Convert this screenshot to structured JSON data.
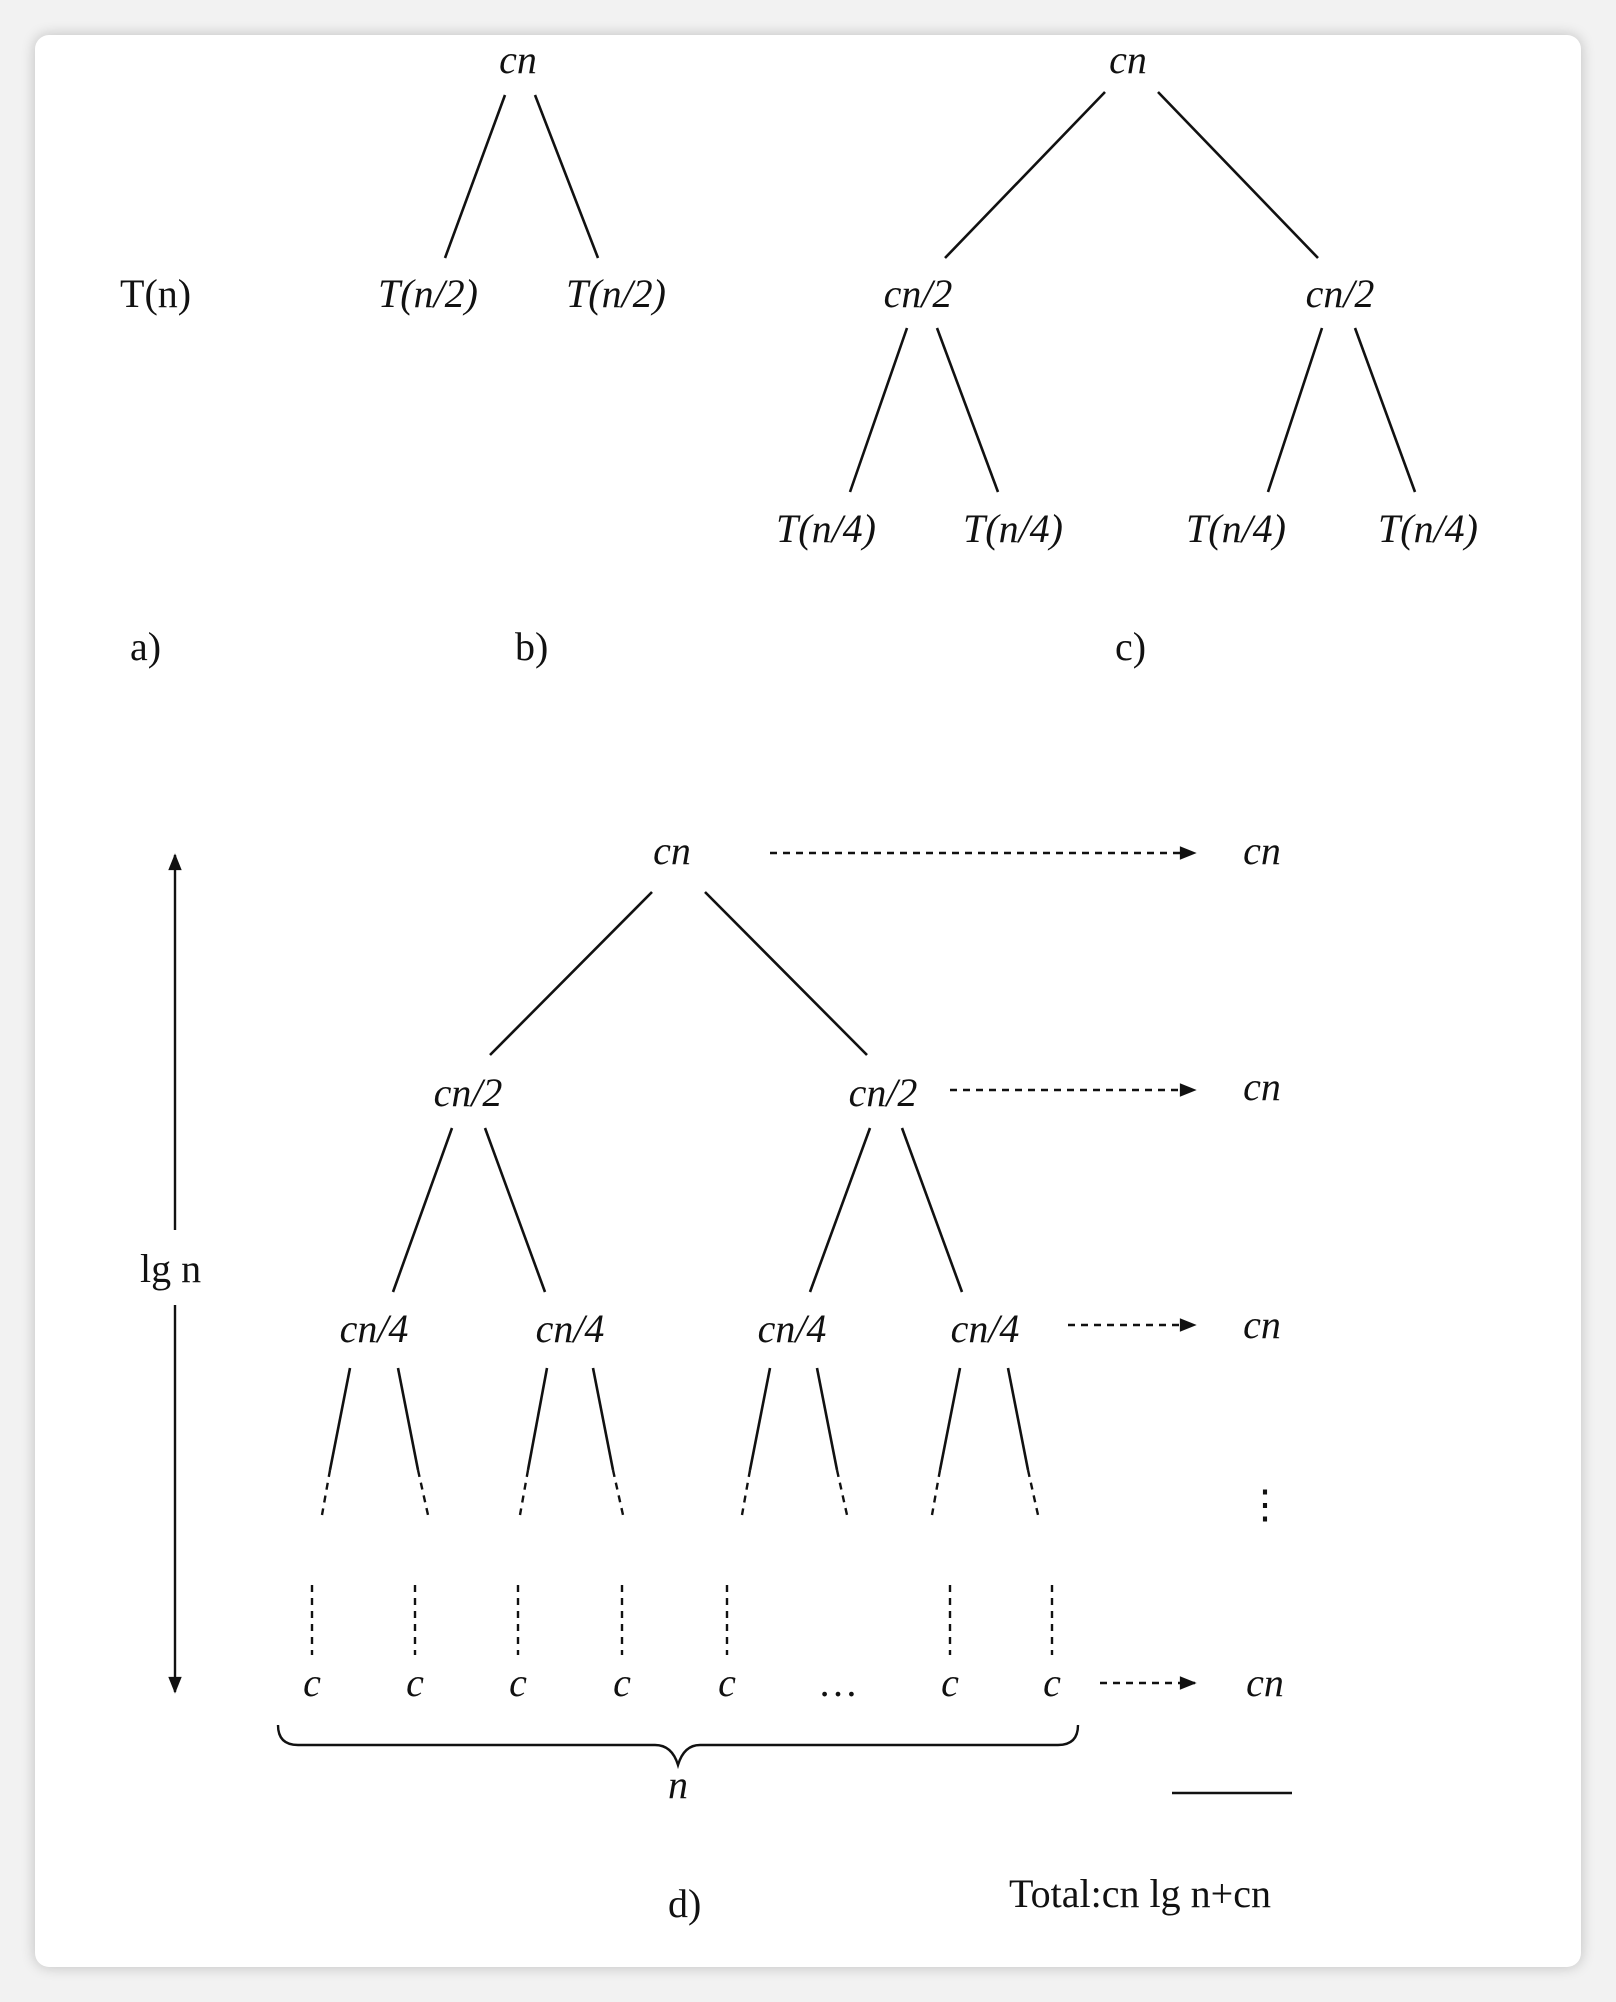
{
  "panels": {
    "a": {
      "label": "a)",
      "root": [
        "T",
        "(",
        "n",
        ")"
      ]
    },
    "b": {
      "label": "b)",
      "root": "cn",
      "children": [
        "T(n/2)",
        "T(n/2)"
      ]
    },
    "c": {
      "label": "c)",
      "root": "cn",
      "level1": [
        "cn/2",
        "cn/2"
      ],
      "level2": [
        "T(n/4)",
        "T(n/4)",
        "T(n/4)",
        "T(n/4)"
      ]
    },
    "d": {
      "label": "d)",
      "height_label": "lg n",
      "root": "cn",
      "level1": [
        "cn/2",
        "cn/2"
      ],
      "level2": [
        "cn/4",
        "cn/4",
        "cn/4",
        "cn/4"
      ],
      "leaves": [
        "c",
        "c",
        "c",
        "c",
        "c",
        "…",
        "c",
        "c"
      ],
      "leaf_count_label": "n",
      "level_costs": [
        "cn",
        "cn",
        "cn",
        "cn"
      ],
      "vertical_ellipsis": "⋮",
      "total": "Total:cn lg n+cn"
    }
  }
}
